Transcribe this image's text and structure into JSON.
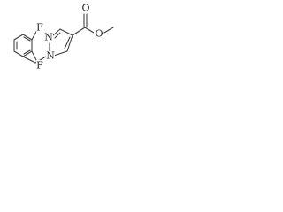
{
  "molecule": {
    "labels": {
      "fluorine_top": "F",
      "fluorine_bottom": "F",
      "nitrogen_n2": "N",
      "nitrogen_n1": "N",
      "carbonyl_oxygen": "O",
      "ester_oxygen": "O"
    }
  }
}
